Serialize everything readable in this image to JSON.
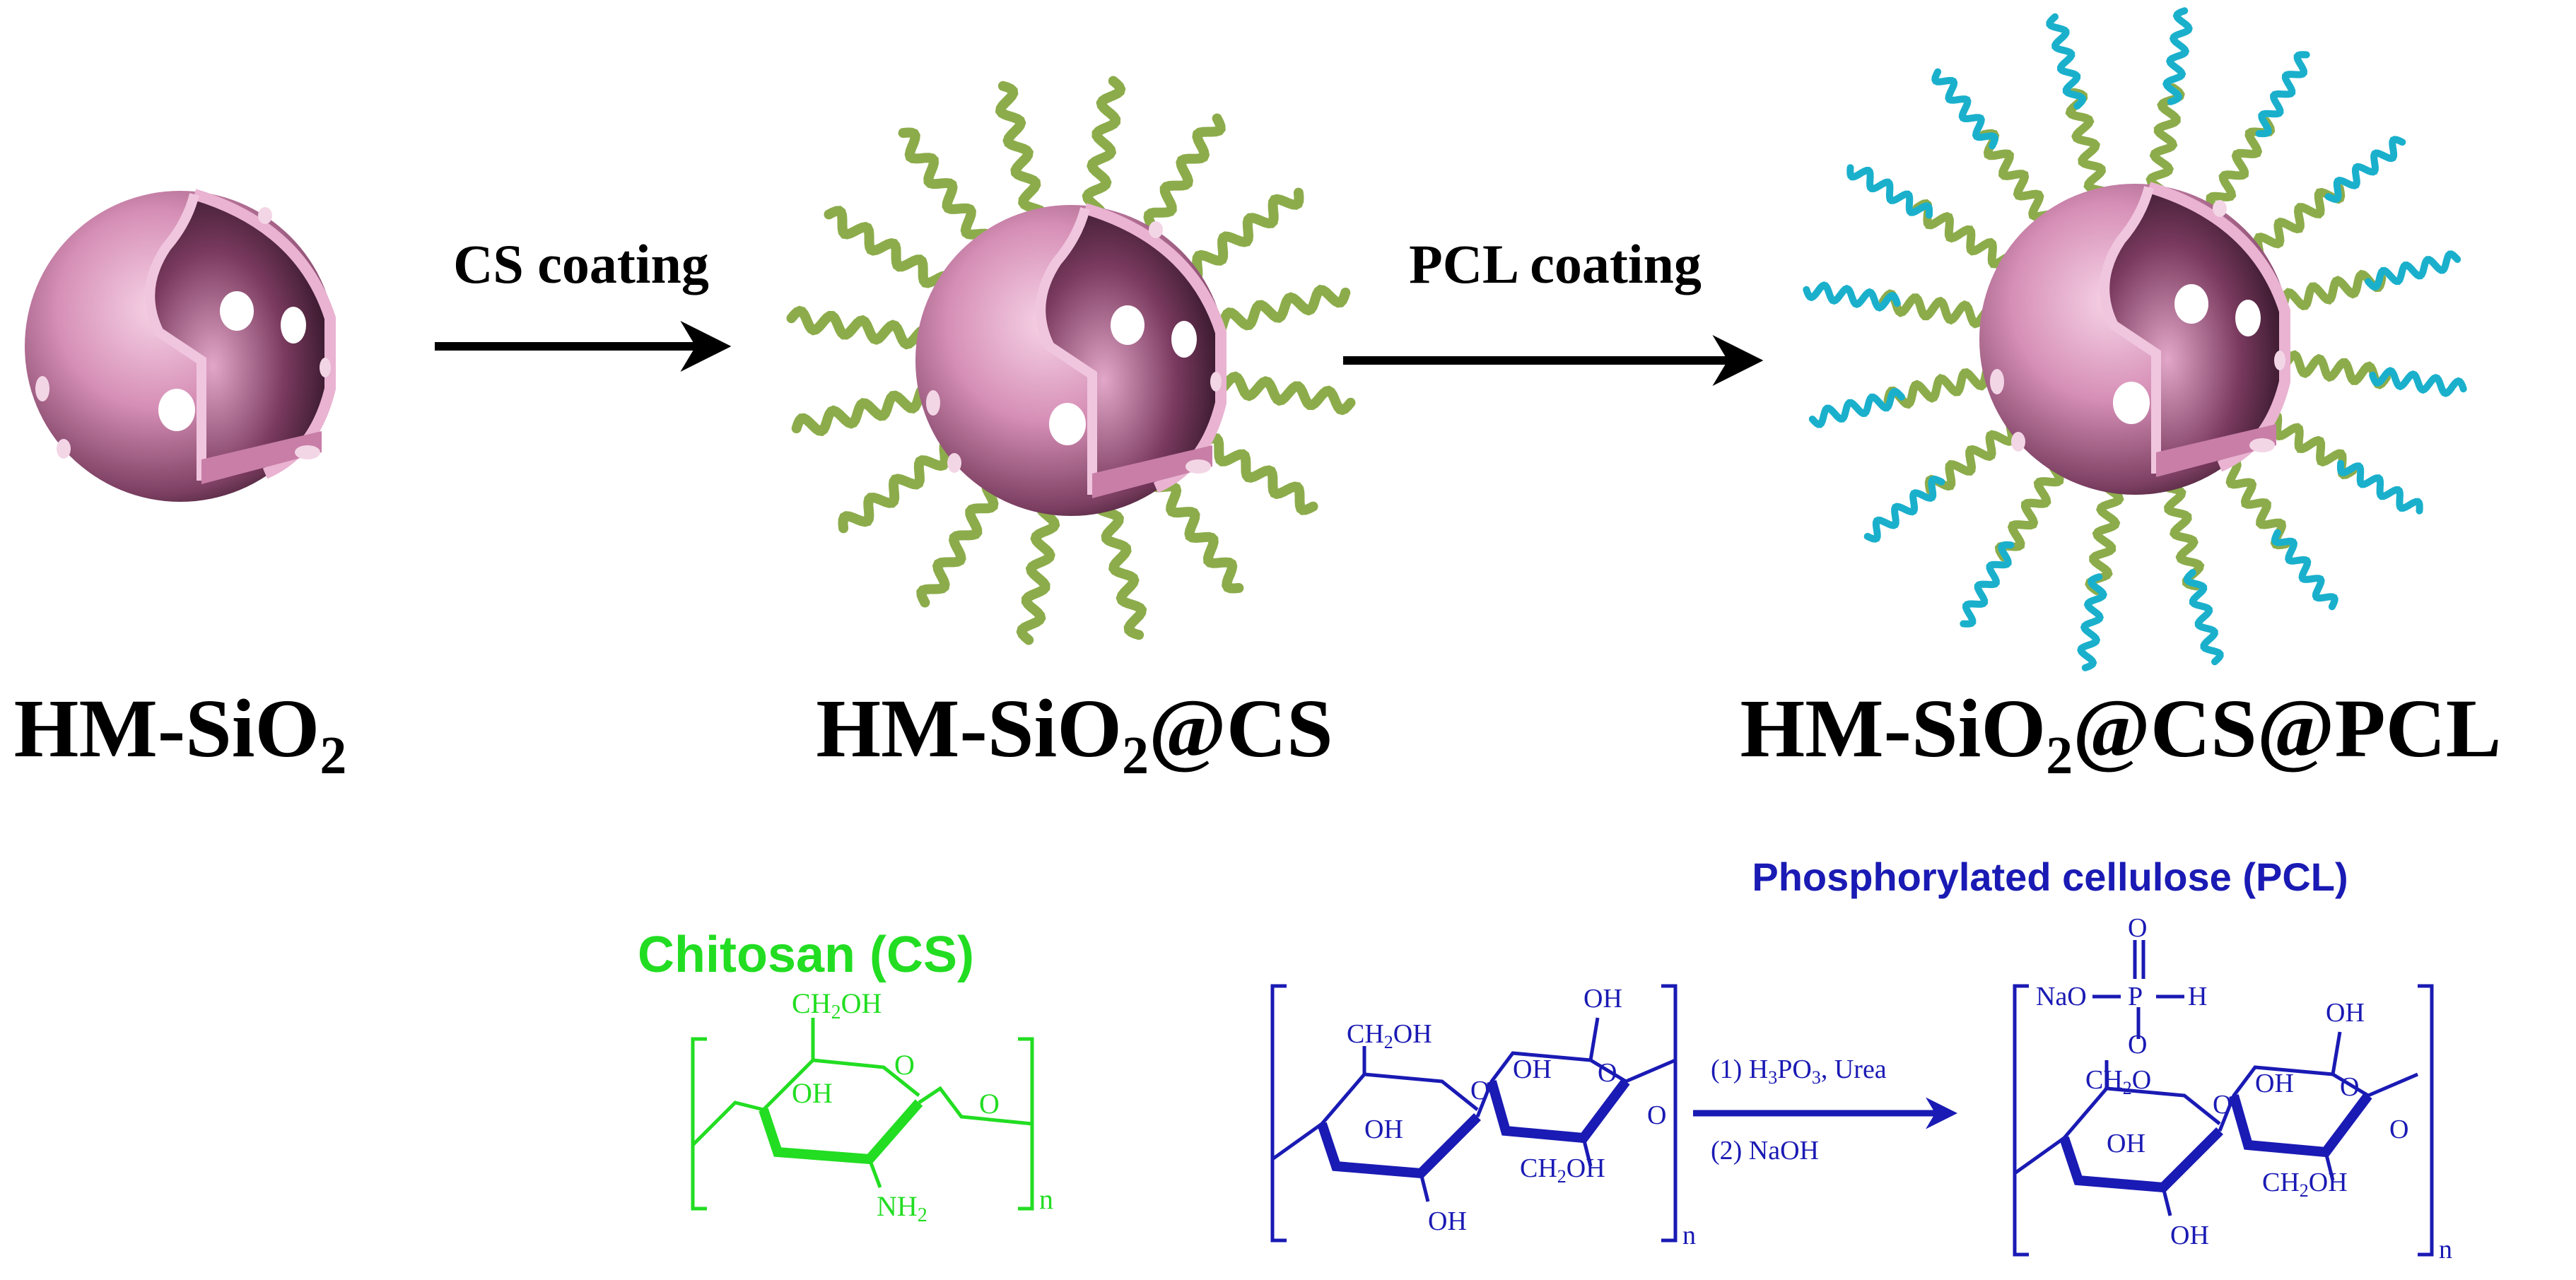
{
  "stages": [
    {
      "label_main": "HM-SiO",
      "label_sub": "2",
      "label_tail": ""
    },
    {
      "label_main": "HM-SiO",
      "label_sub": "2",
      "label_tail": "@CS"
    },
    {
      "label_main": "HM-SiO",
      "label_sub": "2",
      "label_tail": "@CS@PCL"
    }
  ],
  "steps": [
    {
      "label": "CS coating"
    },
    {
      "label": "PCL coating"
    }
  ],
  "chitosan": {
    "title": "Chitosan (CS)",
    "ch2oh": "CH",
    "ch2oh_sub": "2",
    "ch2oh_tail": "OH",
    "oh": "OH",
    "o": "O",
    "nh2": "NH",
    "nh2_sub": "2",
    "n": "n"
  },
  "cellulose": {
    "title": "Phosphorylated cellulose (PCL)",
    "reagent1_a": "(1)  H",
    "reagent1_sub1": "3",
    "reagent1_b": "PO",
    "reagent1_sub2": "3",
    "reagent1_c": ", Urea",
    "reagent2": "(2)   NaOH",
    "oh": "OH",
    "o": "O",
    "ch2oh": "CH",
    "ch2oh_sub": "2",
    "ch2oh_tail": "OH",
    "ch2o": "CH",
    "ch2o_sub": "2",
    "ch2o_tail": "O",
    "p": "P",
    "h": "H",
    "nao": "NaO",
    "n": "n"
  },
  "colors": {
    "sphere": "#d68fb6",
    "chain_green": "#8cac4b",
    "chain_cyan": "#1ab0cc",
    "chitosan": "#22dd22",
    "cellulose": "#1a1ab4",
    "arrow": "#000000"
  }
}
